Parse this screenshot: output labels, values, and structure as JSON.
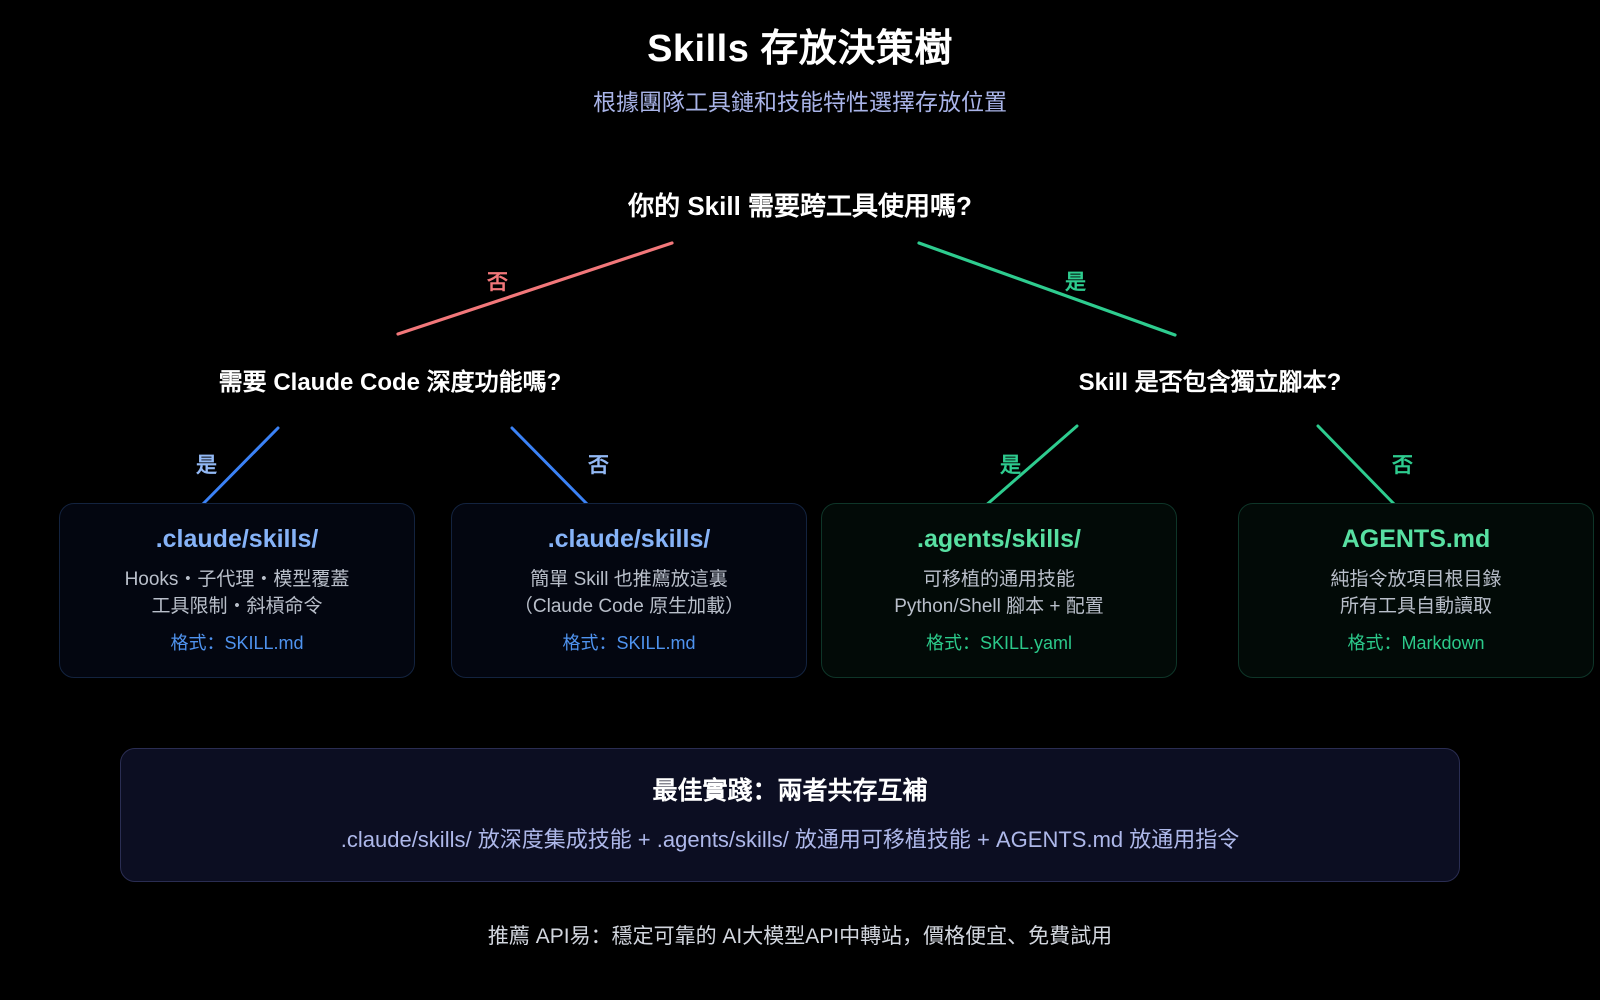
{
  "header": {
    "title": "Skills 存放決策樹",
    "subtitle": "根據團隊工具鏈和技能特性選擇存放位置"
  },
  "tree": {
    "root_question": "你的 Skill 需要跨工具使用嗎?",
    "left_question": "需要 Claude Code 深度功能嗎?",
    "right_question": "Skill 是否包含獨立腳本?",
    "edges": {
      "root_no": "否",
      "root_yes": "是",
      "left_yes": "是",
      "left_no": "否",
      "right_yes": "是",
      "right_no": "否"
    }
  },
  "cards": [
    {
      "title": ".claude/skills/",
      "line1": "Hooks・子代理・模型覆蓋",
      "line2": "工具限制・斜槓命令",
      "format": "格式：SKILL.md"
    },
    {
      "title": ".claude/skills/",
      "line1": "簡單 Skill 也推薦放這裏",
      "line2": "（Claude Code 原生加載）",
      "format": "格式：SKILL.md"
    },
    {
      "title": ".agents/skills/",
      "line1": "可移植的通用技能",
      "line2": "Python/Shell 腳本 + 配置",
      "format": "格式：SKILL.yaml"
    },
    {
      "title": "AGENTS.md",
      "line1": "純指令放項目根目錄",
      "line2": "所有工具自動讀取",
      "format": "格式：Markdown"
    }
  ],
  "practice": {
    "title": "最佳實踐：兩者共存互補",
    "body": ".claude/skills/ 放深度集成技能 + .agents/skills/ 放通用可移植技能 + AGENTS.md 放通用指令"
  },
  "footer": {
    "text": "推薦 API易：穩定可靠的 AI大模型API中轉站，價格便宜、免費試用"
  },
  "colors": {
    "background": "#000000",
    "title": "#ffffff",
    "subtitle": "#a9b4e8",
    "edge_no_red": "#f2777a",
    "edge_yes_green": "#2ecc8f",
    "edge_blue": "#3b82f6",
    "card_blue_title": "#86b3f8",
    "card_green_title": "#58e0a2",
    "card_body": "#b9bfca",
    "practice_panel": "#0c0e22"
  }
}
